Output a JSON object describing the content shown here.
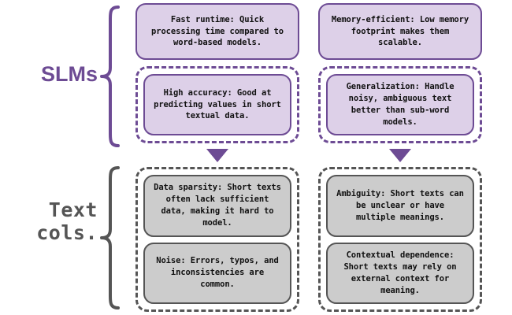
{
  "diagram": {
    "rows": [
      {
        "label": "SLMs",
        "label_color": "#6d4b94",
        "accent_color": "#6d4b94",
        "box_fill": "#ddd0e8",
        "brace_icon": "curly-brace-icon",
        "columns": [
          {
            "box_plain": "Fast runtime: Quick processing time compared to word-based models.",
            "box_dashed": "High accuracy: Good at predicting values in short textual data."
          },
          {
            "box_plain": "Memory-efficient: Low memory footprint makes them scalable.",
            "box_dashed": "Generalization: Handle noisy, ambiguous text better than sub-word models."
          }
        ]
      },
      {
        "label": "Text cols.",
        "label_color": "#555555",
        "accent_color": "#555555",
        "box_fill": "#cccccc",
        "brace_icon": "curly-brace-icon",
        "columns": [
          {
            "box_top": "Data sparsity: Short texts often lack sufficient data, making it hard to model.",
            "box_bottom": "Noise: Errors, typos, and inconsistencies are common."
          },
          {
            "box_top": "Ambiguity: Short texts can be unclear or have multiple meanings.",
            "box_bottom": "Contextual dependence: Short texts may rely on external context for meaning."
          }
        ]
      }
    ],
    "arrows": [
      {
        "icon": "down-triangle-arrow-icon",
        "color": "#6d4b94"
      },
      {
        "icon": "down-triangle-arrow-icon",
        "color": "#6d4b94"
      }
    ]
  }
}
